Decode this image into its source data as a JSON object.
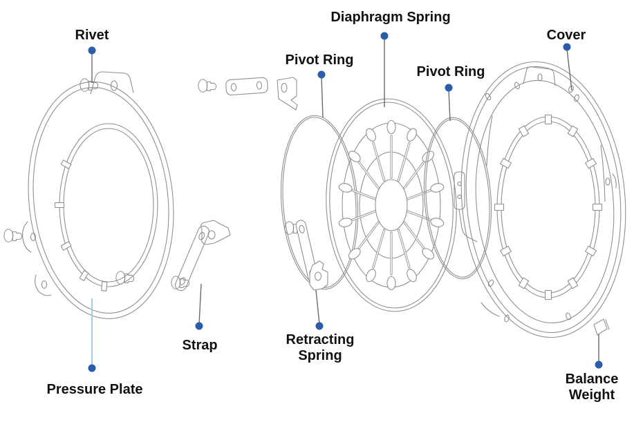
{
  "theme": {
    "dot_color": "#2a5caa",
    "leader_color": "#6a6a6a",
    "leader_light": "#a9cbe8",
    "line_color": "#8f8f8f",
    "text_color": "#111111",
    "background": "#ffffff"
  },
  "labels": {
    "rivet": {
      "text": "Rivet"
    },
    "pivot_ring_left": {
      "text": "Pivot Ring"
    },
    "diaphragm_spring": {
      "text": "Diaphragm Spring"
    },
    "pivot_ring_right": {
      "text": "Pivot Ring"
    },
    "cover": {
      "text": "Cover"
    },
    "strap": {
      "text": "Strap"
    },
    "pressure_plate": {
      "text": "Pressure Plate"
    },
    "retracting_spring": {
      "text": "Retracting Spring"
    },
    "balance_weight": {
      "text": "Balance Weight"
    }
  }
}
